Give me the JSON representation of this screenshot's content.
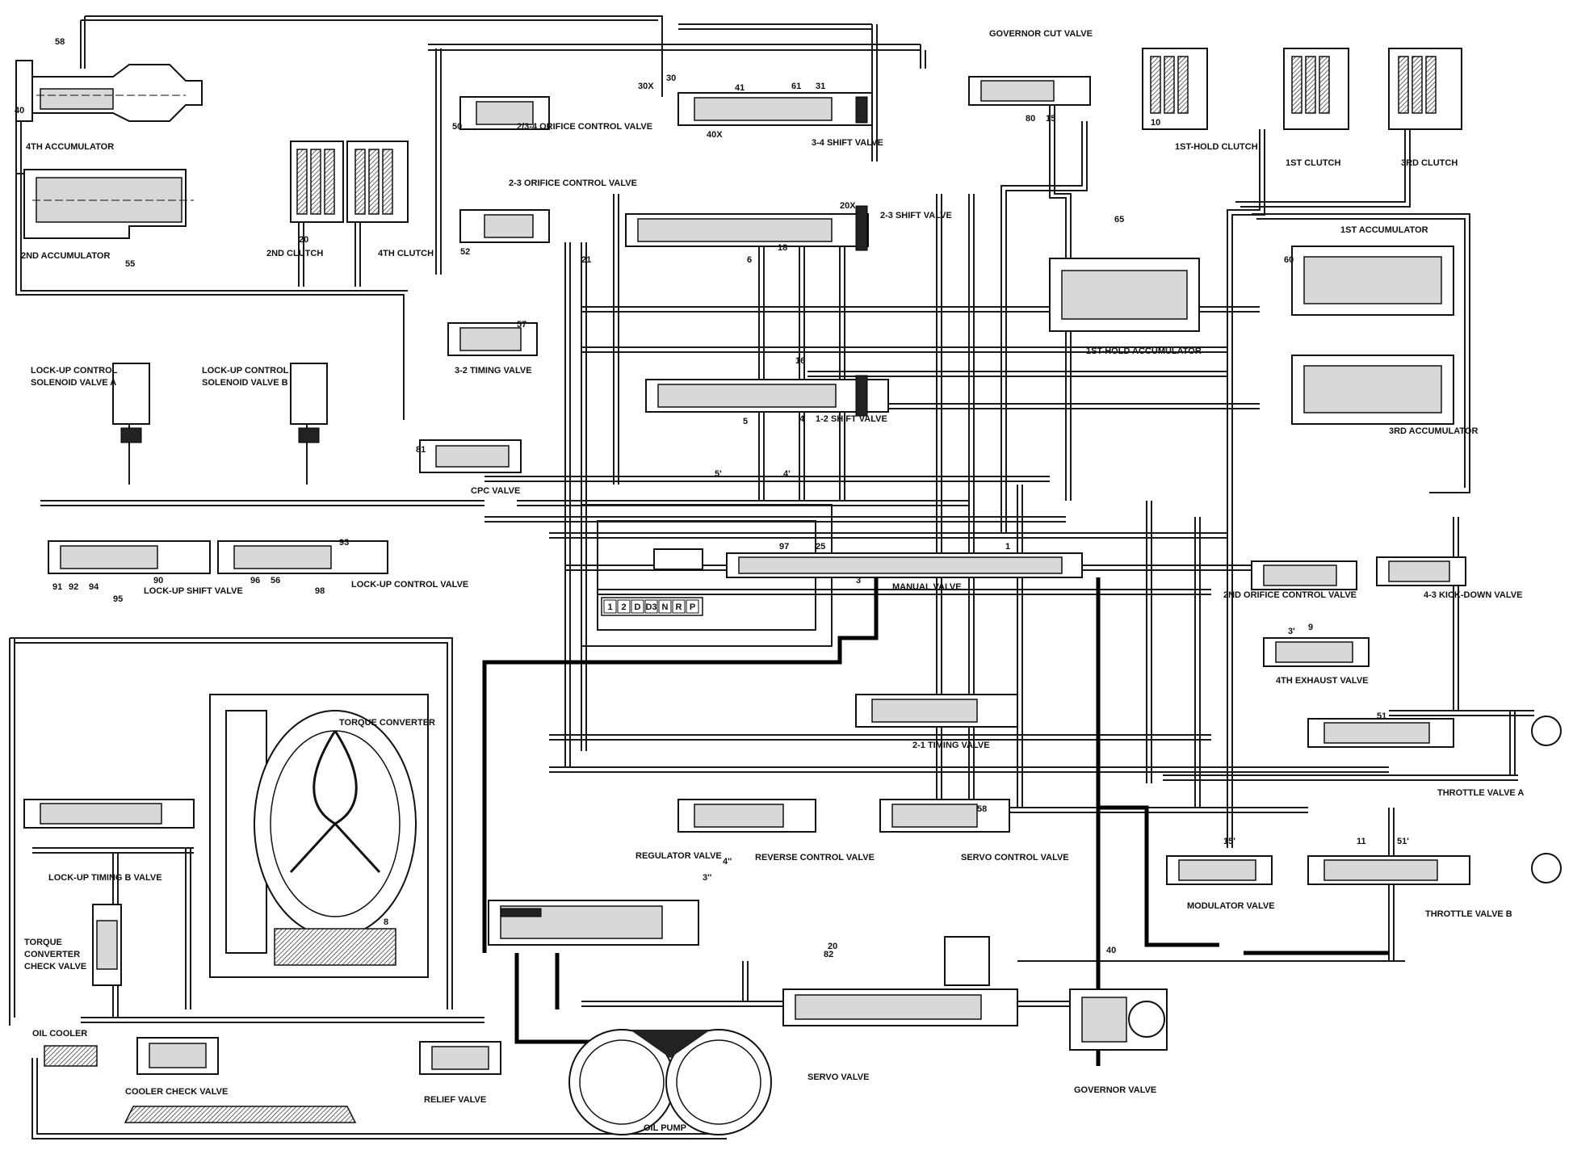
{
  "components": {
    "accumulator_4th": "4TH ACCUMULATOR",
    "accumulator_2nd": "2ND ACCUMULATOR",
    "clutch_2nd": "2ND CLUTCH",
    "clutch_4th": "4TH CLUTCH",
    "valve_234_orifice": "2/3-4 ORIFICE CONTROL VALVE",
    "valve_23_orifice": "2-3 ORIFICE CONTROL VALVE",
    "valve_34_shift": "3-4 SHIFT VALVE",
    "valve_23_shift": "2-3 SHIFT VALVE",
    "valve_governor_cut": "GOVERNOR CUT VALVE",
    "clutch_1st_hold": "1ST-HOLD CLUTCH",
    "clutch_1st": "1ST CLUTCH",
    "clutch_3rd": "3RD CLUTCH",
    "accumulator_1st": "1ST ACCUMULATOR",
    "accumulator_1st_hold": "1ST-HOLD ACCUMULATOR",
    "accumulator_3rd": "3RD ACCUMULATOR",
    "valve_32_timing": "3-2 TIMING VALVE",
    "valve_12_shift": "1-2 SHIFT VALVE",
    "solenoid_a": "LOCK-UP CONTROL SOLENOID VALVE A",
    "solenoid_b": "LOCK-UP CONTROL SOLENOID VALVE B",
    "valve_cpc": "CPC VALVE",
    "valve_lockup_shift": "LOCK-UP SHIFT VALVE",
    "valve_lockup_control": "LOCK-UP CONTROL VALVE",
    "valve_manual": "MANUAL VALVE",
    "valve_2nd_orifice": "2ND ORIFICE CONTROL VALVE",
    "valve_43_kickdown": "4-3 KICK-DOWN VALVE",
    "valve_4th_exhaust": "4TH EXHAUST VALVE",
    "torque_converter": "TORQUE CONVERTER",
    "valve_21_timing": "2-1 TIMING VALVE",
    "valve_throttle_a": "THROTTLE VALVE A",
    "valve_lockup_timing_b": "LOCK-UP TIMING B VALVE",
    "valve_regulator": "REGULATOR VALVE",
    "valve_reverse_control": "REVERSE CONTROL VALVE",
    "valve_servo_control": "SERVO CONTROL VALVE",
    "valve_modulator": "MODULATOR VALVE",
    "valve_throttle_b": "THROTTLE VALVE B",
    "valve_tc_check": "TORQUE CONVERTER CHECK VALVE",
    "oil_cooler": "OIL COOLER",
    "valve_cooler_check": "COOLER CHECK VALVE",
    "valve_relief": "RELIEF VALVE",
    "oil_pump": "OIL PUMP",
    "valve_servo": "SERVO VALVE",
    "valve_governor": "GOVERNOR VALVE"
  },
  "port_numbers": [
    "58",
    "40",
    "20",
    "55",
    "30X",
    "30",
    "41",
    "61",
    "31",
    "40X",
    "50",
    "80",
    "15",
    "10",
    "65",
    "60",
    "20X",
    "52",
    "57",
    "21",
    "6",
    "18",
    "16",
    "4",
    "4'",
    "5",
    "5'",
    "1",
    "3",
    "25",
    "97",
    "93",
    "91",
    "92",
    "94",
    "95",
    "90",
    "96",
    "56",
    "98",
    "81",
    "8",
    "51",
    "11",
    "51'",
    "15'",
    "9",
    "3'",
    "3''",
    "4''",
    "82"
  ],
  "manual_positions": [
    "1",
    "2",
    "D",
    "D3",
    "N",
    "R",
    "P"
  ],
  "colors": {
    "line": "#1a1a1a",
    "main_pressure": "#000000"
  }
}
